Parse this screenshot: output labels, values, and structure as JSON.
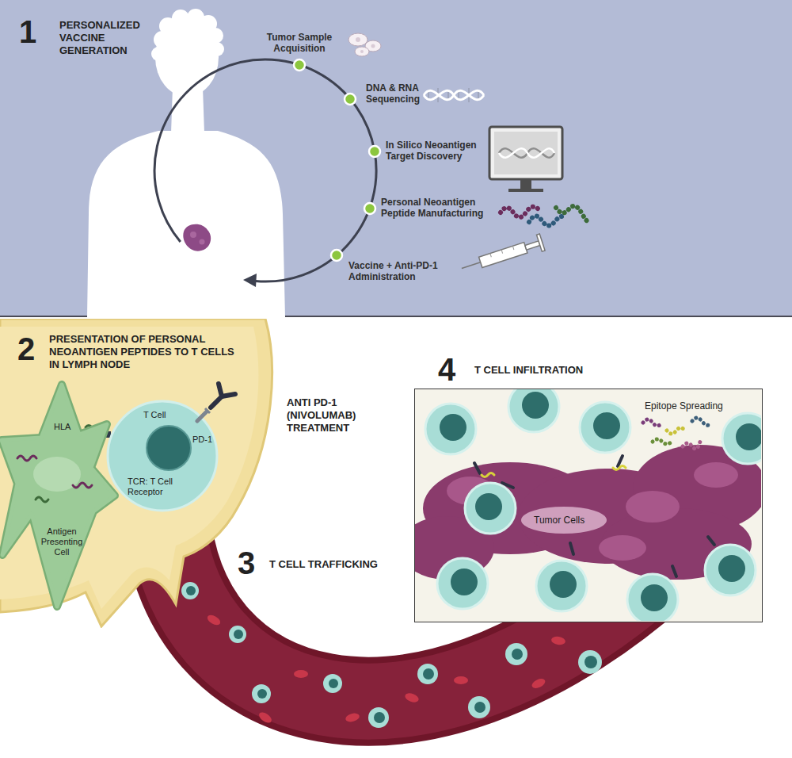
{
  "diagram": {
    "nodes": [
      {
        "text": [
          "PERSONALIZED VACCINE GENERATION"
        ]
      },
      {
        "text": [
          "PRESENTATION OF PERSONAL NEOANTIGEN PEPTIDES TO T CELLS IN LYMPH NODE"
        ]
      },
      {
        "text": [
          "Antigen Presenting Cell"
        ],
        "in": 1
      },
      {
        "text": [
          "T Cell",
          "TCR: T Cell Receptor",
          "PD-1"
        ],
        "in": 1
      },
      {
        "text": [
          "T CELL INFILTRATION",
          "Epitope Spreading",
          "Tumor Cells"
        ]
      }
    ],
    "labels": [
      "1",
      "Tumor Sample Acquisition",
      "DNA & RNA Sequencing",
      "In Silico Neoantigen Target Discovery",
      "Personal Neoantigen Peptide Manufacturing",
      "Vaccine + Anti-PD-1 Administration",
      "2",
      "HLA",
      "ANTI PD-1 (NIVOLUMAB) TREATMENT",
      "3",
      "T CELL TRAFFICKING",
      "4"
    ]
  }
}
